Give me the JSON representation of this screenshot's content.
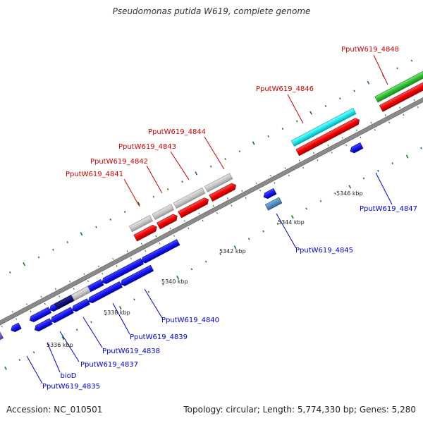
{
  "title": "Pseudomonas putida W619, complete genome",
  "footer": {
    "accession": "Accession: NC_010501",
    "summary": "Topology: circular; Length: 5,774,330 bp; Genes: 5,280"
  },
  "colors": {
    "label_top": "#cc0000",
    "label_bottom": "#0000cc",
    "tick": "#1a7a1a",
    "backbone": "#888888"
  },
  "kbp_labels": [
    "5336 kbp",
    "5338 kbp",
    "5340 kbp",
    "5342 kbp",
    "5344 kbp",
    "5346 kbp"
  ],
  "gene_labels_top": [
    "PputW619_4848",
    "PputW619_4846",
    "PputW619_4844",
    "PputW619_4843",
    "PputW619_4842",
    "PputW619_4841"
  ],
  "gene_labels_bottom": [
    "PputW619_4847",
    "PputW619_4845",
    "PputW619_4840",
    "PputW619_4839",
    "PputW619_4838",
    "PputW619_4837",
    "bioD",
    "PputW619_4835"
  ]
}
